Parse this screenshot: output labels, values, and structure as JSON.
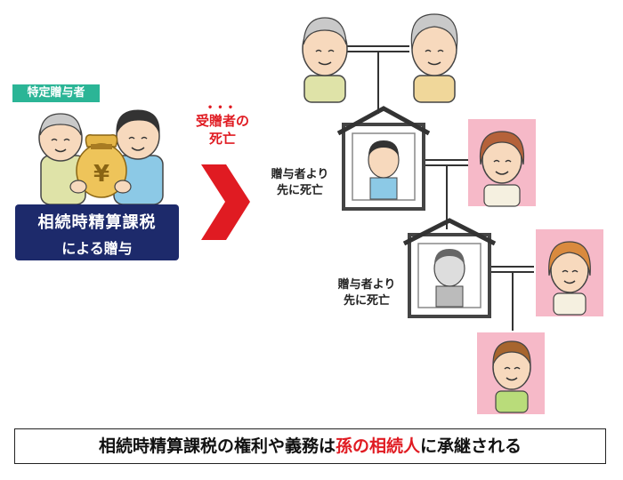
{
  "left_panel": {
    "tag": "特定贈与者",
    "box_line1": "相続時精算課税",
    "box_line2": "による贈与"
  },
  "middle": {
    "death_line1": "受贈者の",
    "death_line2": "死亡"
  },
  "tree": {
    "note1_line1": "贈与者より",
    "note1_line2": "先に死亡",
    "note2_line1": "贈与者より",
    "note2_line2": "先に死亡"
  },
  "footer": {
    "part1": "相続時精算課税の権利や義務は",
    "part2": "孫の相続人",
    "part3": "に承継される"
  },
  "colors": {
    "accent_red": "#e01b22",
    "navy": "#1d2a6b",
    "teal": "#2bb596",
    "pink_bg": "#f6b9c8"
  }
}
